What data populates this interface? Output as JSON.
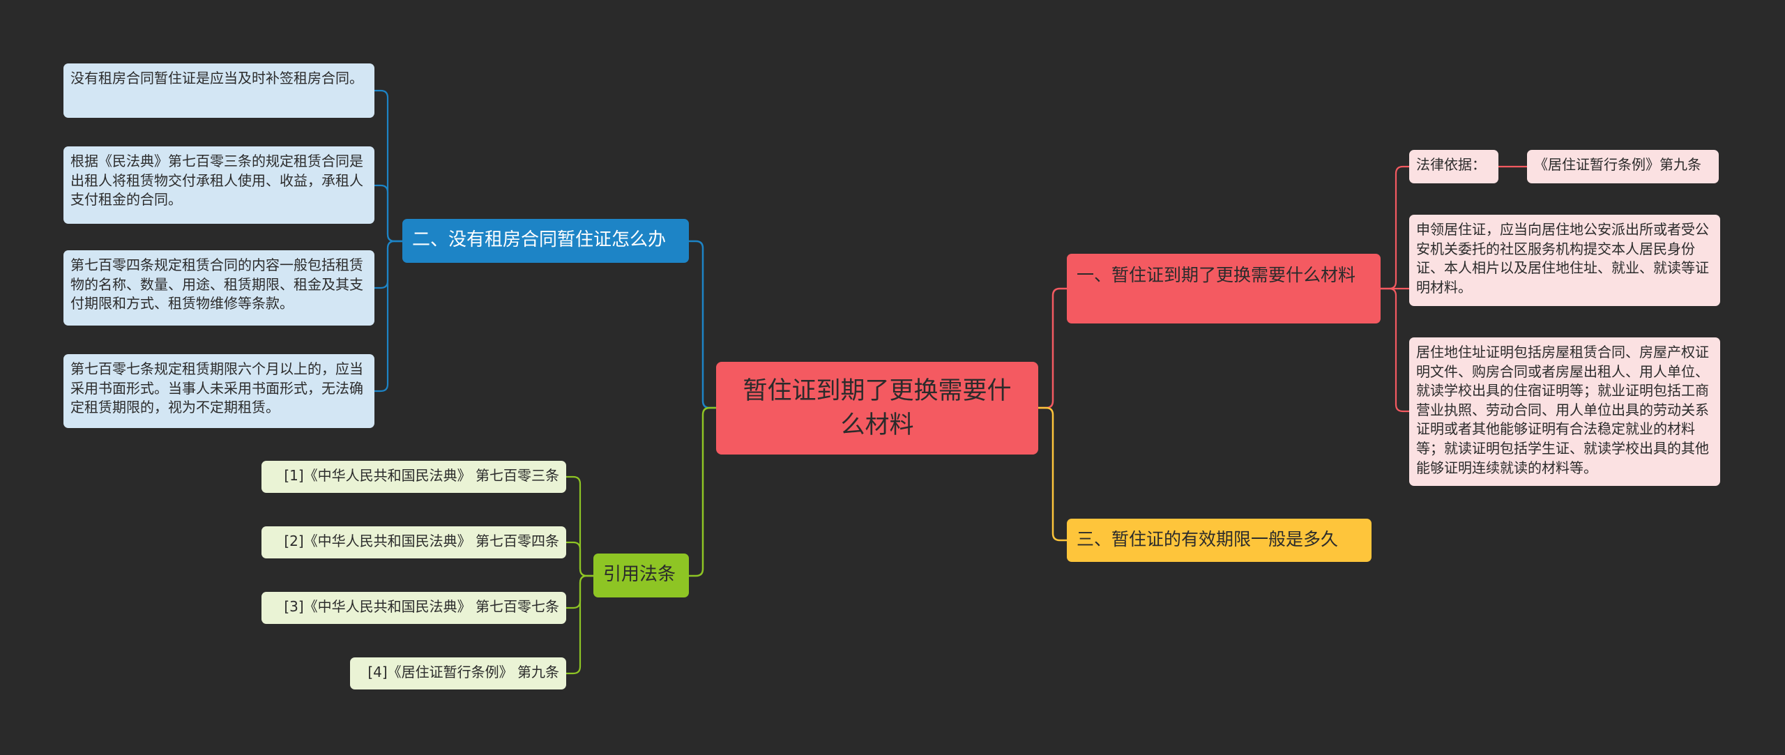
{
  "root": {
    "title": "暂住证到期了更换需要什么材料"
  },
  "branches": {
    "b1": {
      "label": "一、暂住证到期了更换需要什么材料"
    },
    "b2": {
      "label": "二、没有租房合同暂住证怎么办"
    },
    "b3": {
      "label": "三、暂住证的有效期限一般是多久"
    },
    "refs": {
      "label": "引用法条"
    }
  },
  "b1_children": {
    "legal_basis_label": "法律依据：",
    "legal_basis_value": "《居住证暂行条例》第九条",
    "apply_text": "申领居住证，应当向居住地公安派出所或者受公安机关委托的社区服务机构提交本人居民身份证、本人相片以及居住地住址、就业、就读等证明材料。",
    "address_text": "居住地住址证明包括房屋租赁合同、房屋产权证明文件、购房合同或者房屋出租人、用人单位、就读学校出具的住宿证明等；就业证明包括工商营业执照、劳动合同、用人单位出具的劳动关系证明或者其他能够证明有合法稳定就业的材料等；就读证明包括学生证、就读学校出具的其他能够证明连续就读的材料等。"
  },
  "b2_children": [
    "没有租房合同暂住证是应当及时补签租房合同。",
    "根据《民法典》第七百零三条的规定租赁合同是出租人将租赁物交付承租人使用、收益，承租人支付租金的合同。",
    "第七百零四条规定租赁合同的内容一般包括租赁物的名称、数量、用途、租赁期限、租金及其支付期限和方式、租赁物维修等条款。",
    "第七百零七条规定租赁期限六个月以上的，应当采用书面形式。当事人未采用书面形式，无法确定租赁期限的，视为不定期租赁。"
  ],
  "refs_children": [
    "[1]《中华人民共和国民法典》 第七百零三条",
    "[2]《中华人民共和国民法典》 第七百零四条",
    "[3]《中华人民共和国民法典》 第七百零七条",
    "[4]《居住证暂行条例》 第九条"
  ],
  "colors": {
    "background": "#2a2a2a",
    "red": "#f45a61",
    "yellow": "#fec53b",
    "blue": "#1d84c6",
    "green": "#8ec524"
  }
}
